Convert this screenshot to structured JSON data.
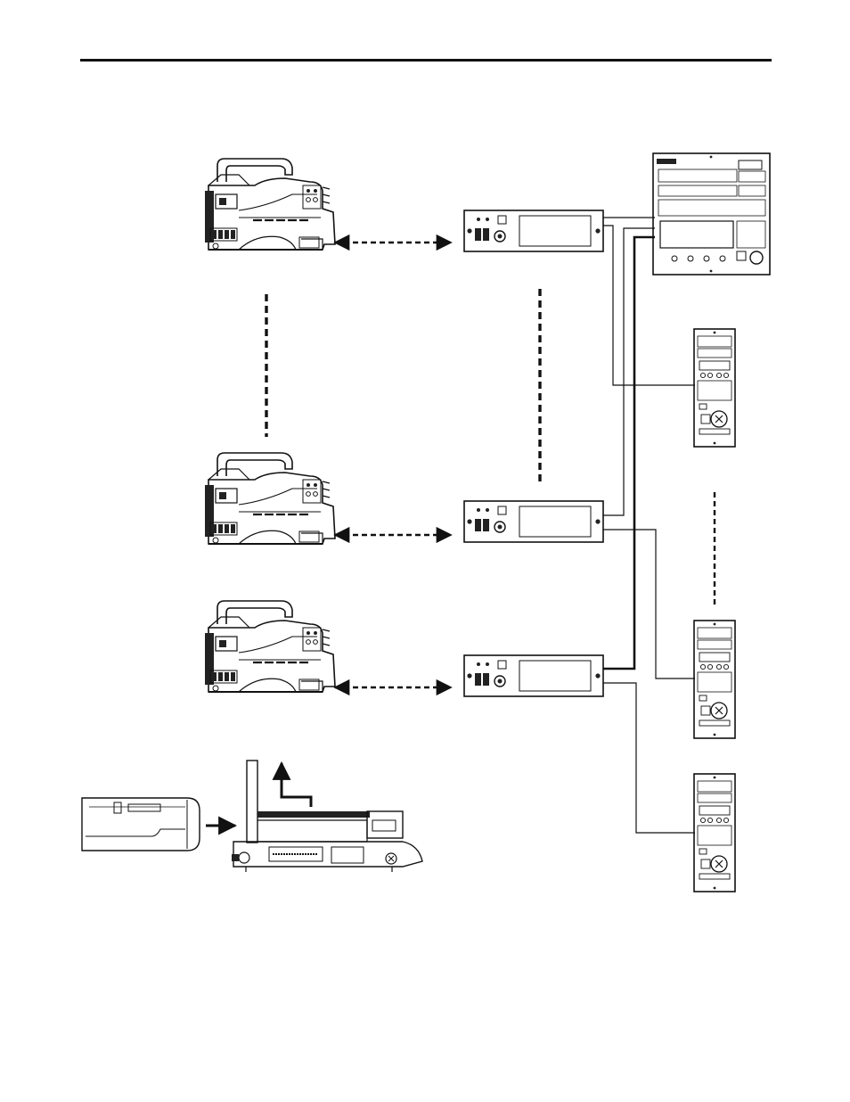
{
  "page": {
    "has_top_rule": true,
    "text_visible": false
  },
  "diagram": {
    "description_kind": "system connection diagram",
    "devices": [
      {
        "id": "camera-1",
        "kind": "camera-head-icon"
      },
      {
        "id": "camera-2",
        "kind": "camera-head-icon"
      },
      {
        "id": "camera-3",
        "kind": "camera-head-icon"
      },
      {
        "id": "ccu-1",
        "kind": "camera-control-unit-icon"
      },
      {
        "id": "ccu-2",
        "kind": "camera-control-unit-icon"
      },
      {
        "id": "ccu-3",
        "kind": "camera-control-unit-icon"
      },
      {
        "id": "msu",
        "kind": "master-setup-unit-icon"
      },
      {
        "id": "rop-1",
        "kind": "remote-operation-panel-icon"
      },
      {
        "id": "rop-2",
        "kind": "remote-operation-panel-icon"
      },
      {
        "id": "rop-3",
        "kind": "remote-operation-panel-icon"
      },
      {
        "id": "camera-body",
        "kind": "camera-body-icon"
      },
      {
        "id": "adaptor",
        "kind": "camera-adaptor-icon"
      }
    ],
    "connections": [
      {
        "from": "camera-1",
        "to": "ccu-1",
        "style": "dashed-bidirectional"
      },
      {
        "from": "camera-2",
        "to": "ccu-2",
        "style": "dashed-bidirectional"
      },
      {
        "from": "camera-3",
        "to": "ccu-3",
        "style": "dashed-bidirectional"
      },
      {
        "from": "camera-1",
        "to": "camera-2",
        "style": "dashed-continuation"
      },
      {
        "from": "ccu-1",
        "to": "ccu-2",
        "style": "dashed-continuation"
      },
      {
        "from": "rop-1",
        "to": "rop-2",
        "style": "dashed-continuation"
      },
      {
        "from": "ccu-1",
        "to": "msu",
        "style": "solid"
      },
      {
        "from": "ccu-2",
        "to": "msu",
        "style": "solid"
      },
      {
        "from": "ccu-3",
        "to": "msu",
        "style": "solid-thick"
      },
      {
        "from": "ccu-1",
        "to": "rop-1",
        "style": "solid"
      },
      {
        "from": "ccu-2",
        "to": "rop-2",
        "style": "solid"
      },
      {
        "from": "ccu-3",
        "to": "rop-3",
        "style": "solid"
      },
      {
        "from": "camera-body",
        "to": "adaptor",
        "style": "arrow"
      }
    ]
  }
}
